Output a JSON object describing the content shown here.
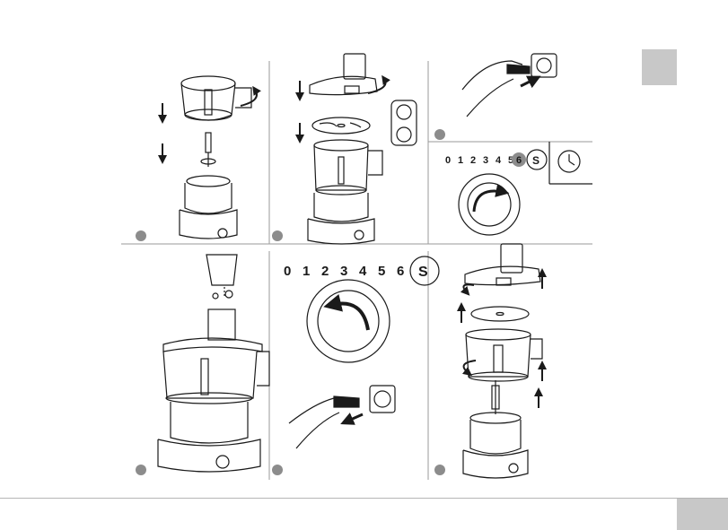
{
  "speed_scale_small": {
    "digits": [
      "0",
      "1",
      "2",
      "3",
      "4",
      "5",
      "6"
    ],
    "pulse_label": "S",
    "highlighted_digit": "6"
  },
  "speed_scale_large": {
    "digits": [
      "0",
      "1",
      "2",
      "3",
      "4",
      "5",
      "6"
    ],
    "pulse_label": "S"
  },
  "panels": [
    {
      "id": 1,
      "description_icon": "mount-bowl-onto-base-icon"
    },
    {
      "id": 2,
      "description_icon": "insert-disc-and-lid-icon"
    },
    {
      "id": 3,
      "description_icon": "plug-in-and-run-icon"
    },
    {
      "id": 4,
      "description_icon": "feed-food-with-pusher-icon"
    },
    {
      "id": 5,
      "description_icon": "stop-and-unplug-icon"
    },
    {
      "id": 6,
      "description_icon": "disassemble-icon"
    }
  ],
  "colors": {
    "line": "#1a1a1a",
    "tab_gray": "#c8c8c8",
    "badge_gray": "#8c8c8c",
    "divider": "#9a9a9a"
  }
}
